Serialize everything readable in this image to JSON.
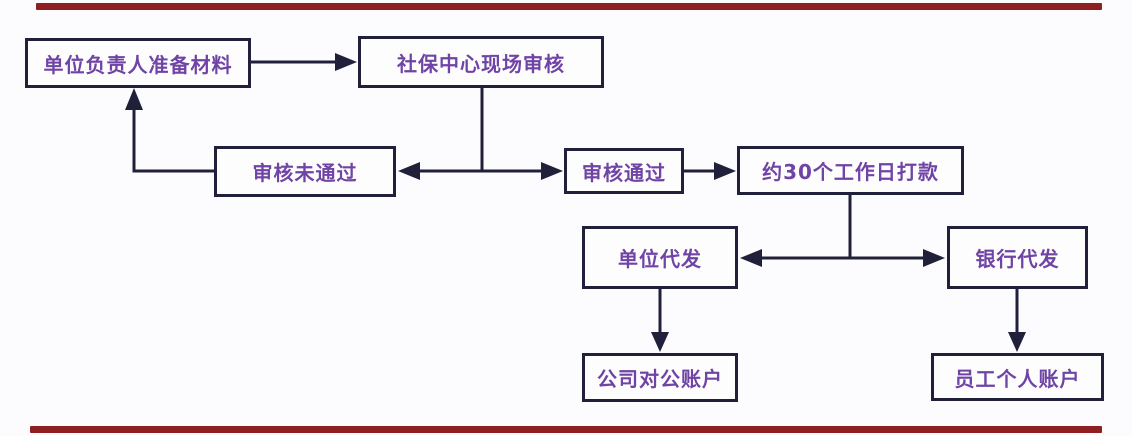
{
  "diagram": {
    "type": "flowchart",
    "language": "zh-CN",
    "colors": {
      "background": "#fcfcfe",
      "node_border": "#20203a",
      "node_fill": "#fdfdfe",
      "node_text": "#6f44a5",
      "edge": "#20203a",
      "divider_bar": "#8e2024"
    },
    "nodes": [
      {
        "id": "prepare-materials",
        "label": "单位负责人准备材料"
      },
      {
        "id": "onsite-review",
        "label": "社保中心现场审核"
      },
      {
        "id": "review-failed",
        "label": "审核未通过"
      },
      {
        "id": "review-passed",
        "label": "审核通过"
      },
      {
        "id": "payment-30-days",
        "label": "约30个工作日打款"
      },
      {
        "id": "company-distribution",
        "label": "单位代发"
      },
      {
        "id": "bank-distribution",
        "label": "银行代发"
      },
      {
        "id": "company-account",
        "label": "公司对公账户"
      },
      {
        "id": "employee-account",
        "label": "员工个人账户"
      }
    ],
    "edges": [
      {
        "from": "单位负责人准备材料",
        "to": "社保中心现场审核"
      },
      {
        "from": "社保中心现场审核",
        "to": "审核未通过"
      },
      {
        "from": "社保中心现场审核",
        "to": "审核通过"
      },
      {
        "from": "审核未通过",
        "to": "单位负责人准备材料"
      },
      {
        "from": "审核通过",
        "to": "约30个工作日打款"
      },
      {
        "from": "约30个工作日打款",
        "to": "单位代发"
      },
      {
        "from": "约30个工作日打款",
        "to": "银行代发"
      },
      {
        "from": "单位代发",
        "to": "公司对公账户"
      },
      {
        "from": "银行代发",
        "to": "员工个人账户"
      }
    ]
  }
}
